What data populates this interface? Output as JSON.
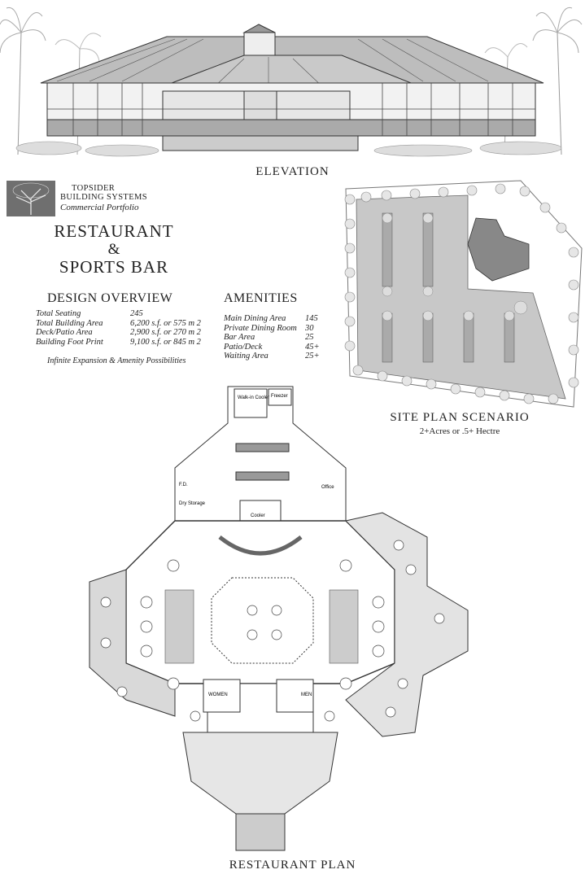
{
  "labels": {
    "elevation": "ELEVATION",
    "restaurant_plan": "RESTAURANT PLAN",
    "site_plan": "SITE PLAN SCENARIO",
    "site_plan_sub": "2+Acres or .5+ Hectre"
  },
  "brand": {
    "line1": "TOPSIDER",
    "line2": "BUILDING SYSTEMS",
    "line3": "Commercial Portfolio"
  },
  "title": {
    "line1": "RESTAURANT",
    "line2": "&",
    "line3": "SPORTS BAR"
  },
  "overview": {
    "heading": "DESIGN OVERVIEW",
    "rows": [
      {
        "label": "Total Seating",
        "value": "245"
      },
      {
        "label": "Total Building Area",
        "value": "6,200 s.f. or 575 m 2"
      },
      {
        "label": "Deck/Patio Area",
        "value": "2,900 s.f. or 270 m 2"
      },
      {
        "label": "Building Foot Print",
        "value": "9,100 s.f. or 845 m 2"
      }
    ],
    "note": "Infinite Expansion & Amenity Possibilities"
  },
  "amenities": {
    "heading": "AMENITIES",
    "rows": [
      {
        "label": "Main Dining Area",
        "value": "145"
      },
      {
        "label": "Private Dining Room",
        "value": "30"
      },
      {
        "label": "Bar Area",
        "value": "25"
      },
      {
        "label": "Patio/Deck",
        "value": "45+"
      },
      {
        "label": "Waiting Area",
        "value": "25+"
      }
    ]
  },
  "plan_rooms": {
    "walkin": "Walk-in Cooler",
    "freezer": "Freezer",
    "fd": "F.D.",
    "dry": "Dry Storage",
    "office": "Office",
    "cooler": "Cooler",
    "women": "WOMEN",
    "men": "MEN"
  }
}
